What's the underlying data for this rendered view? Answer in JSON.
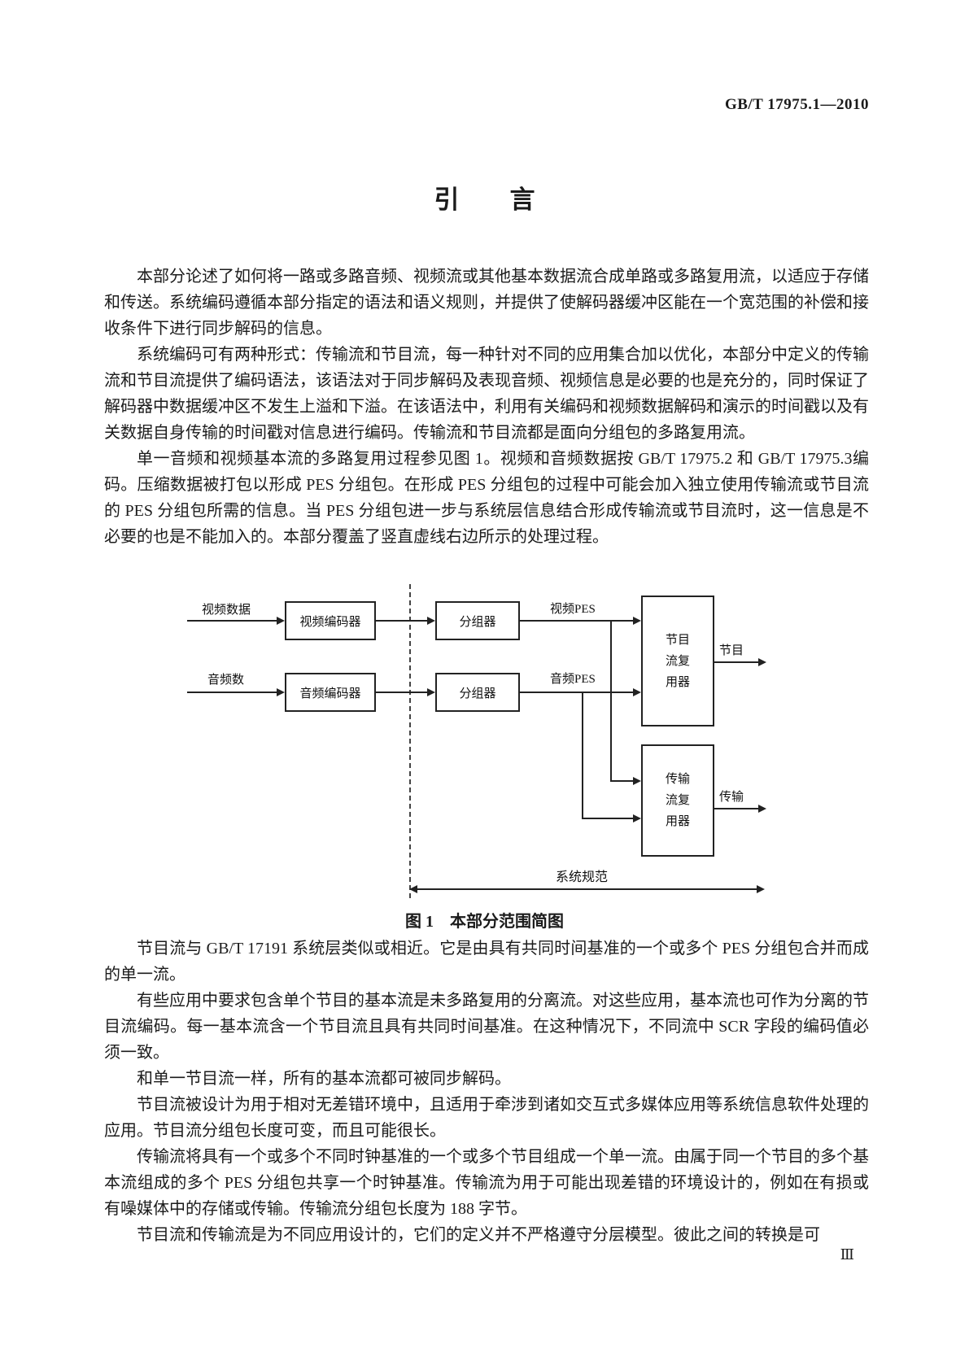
{
  "page": {
    "header": "GB/T 17975.1—2010",
    "title": "引　　言",
    "page_number": "Ⅲ"
  },
  "paragraphs_before_figure": [
    "本部分论述了如何将一路或多路音频、视频流或其他基本数据流合成单路或多路复用流，以适应于存储和传送。系统编码遵循本部分指定的语法和语义规则，并提供了使解码器缓冲区能在一个宽范围的补偿和接收条件下进行同步解码的信息。",
    "系统编码可有两种形式：传输流和节目流，每一种针对不同的应用集合加以优化，本部分中定义的传输流和节目流提供了编码语法，该语法对于同步解码及表现音频、视频信息是必要的也是充分的，同时保证了解码器中数据缓冲区不发生上溢和下溢。在该语法中，利用有关编码和视频数据解码和演示的时间戳以及有关数据自身传输的时间戳对信息进行编码。传输流和节目流都是面向分组包的多路复用流。",
    "单一音频和视频基本流的多路复用过程参见图 1。视频和音频数据按 GB/T 17975.2 和 GB/T 17975.3编码。压缩数据被打包以形成 PES 分组包。在形成 PES 分组包的过程中可能会加入独立使用传输流或节目流的 PES 分组包所需的信息。当 PES 分组包进一步与系统层信息结合形成传输流或节目流时，这一信息是不必要的也是不能加入的。本部分覆盖了竖直虚线右边所示的处理过程。"
  ],
  "figure": {
    "caption": "图 1　本部分范围简图",
    "labels": {
      "video_data": "视频数据",
      "audio_data": "音频数",
      "video_encoder": "视频编码器",
      "audio_encoder": "音频编码器",
      "packetizer_video": "分组器",
      "packetizer_audio": "分组器",
      "video_pes": "视频PES",
      "audio_pes": "音频PES",
      "program_mux": "节目\n流复\n用器",
      "transport_mux": "传输\n流复\n用器",
      "program_out": "节目",
      "transport_out": "传输",
      "system_spec": "系统规范"
    }
  },
  "paragraphs_after_figure": [
    "节目流与 GB/T 17191 系统层类似或相近。它是由具有共同时间基准的一个或多个 PES 分组包合并而成的单一流。",
    "有些应用中要求包含单个节目的基本流是未多路复用的分离流。对这些应用，基本流也可作为分离的节目流编码。每一基本流含一个节目流且具有共同时间基准。在这种情况下，不同流中 SCR 字段的编码值必须一致。",
    "和单一节目流一样，所有的基本流都可被同步解码。",
    "节目流被设计为用于相对无差错环境中，且适用于牵涉到诸如交互式多媒体应用等系统信息软件处理的应用。节目流分组包长度可变，而且可能很长。",
    "传输流将具有一个或多个不同时钟基准的一个或多个节目组成一个单一流。由属于同一个节目的多个基本流组成的多个 PES 分组包共享一个时钟基准。传输流为用于可能出现差错的环境设计的，例如在有损或有噪媒体中的存储或传输。传输流分组包长度为 188 字节。",
    "节目流和传输流是为不同应用设计的，它们的定义并不严格遵守分层模型。彼此之间的转换是可"
  ]
}
